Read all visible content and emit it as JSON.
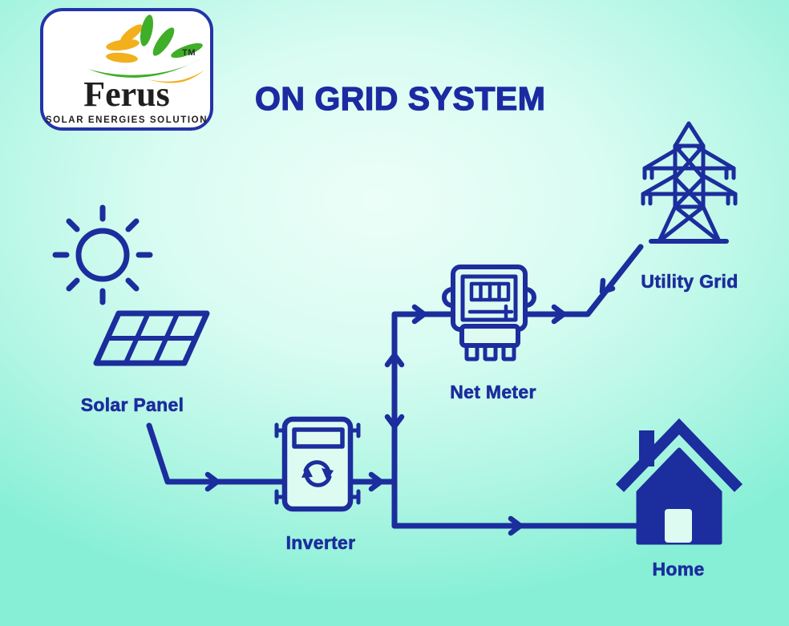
{
  "colors": {
    "background_center": "#e6fdf6",
    "background_edge": "#82efd3",
    "diagram_navy": "#1c2d9d",
    "title_blue": "#1c2aa2",
    "icon_fill": "#defbf2",
    "logo_green": "#3fae28",
    "logo_yellow": "#f1b01c",
    "logo_border_blue": "#2433a8",
    "logo_text_dark": "#201f1d"
  },
  "logo": {
    "brand": "Ferus",
    "tagline": "SOLAR ENERGIES SOLUTION",
    "trademark": "TM"
  },
  "title": "ON GRID SYSTEM",
  "diagram": {
    "nodes": [
      {
        "id": "sun",
        "icon": "sun-icon",
        "label": ""
      },
      {
        "id": "solar-panel",
        "icon": "solar-panel-icon",
        "label": "Solar Panel"
      },
      {
        "id": "inverter",
        "icon": "inverter-icon",
        "label": "Inverter"
      },
      {
        "id": "net-meter",
        "icon": "net-meter-icon",
        "label": "Net Meter"
      },
      {
        "id": "utility-grid",
        "icon": "transmission-tower-icon",
        "label": "Utility Grid"
      },
      {
        "id": "home",
        "icon": "house-icon",
        "label": "Home"
      }
    ],
    "flows": [
      {
        "from": "solar-panel",
        "to": "inverter",
        "arrows": "one-way"
      },
      {
        "from": "inverter",
        "to": "junction",
        "arrows": "one-way"
      },
      {
        "from": "junction",
        "to": "net-meter",
        "arrows": "two-way"
      },
      {
        "from": "net-meter",
        "to": "utility-grid",
        "arrows": "two-way"
      },
      {
        "from": "junction",
        "to": "home",
        "arrows": "one-way"
      }
    ]
  }
}
